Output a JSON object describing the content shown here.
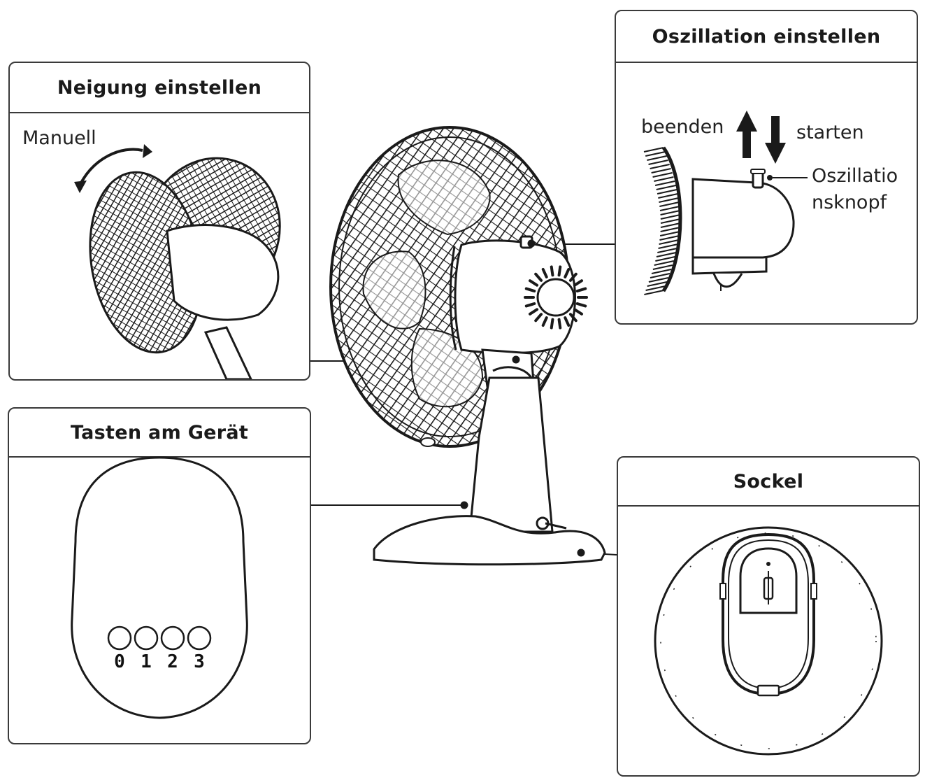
{
  "panels": {
    "tilt": {
      "title": "Neigung einstellen",
      "label_manual": "Manuell"
    },
    "oscillation": {
      "title": "Oszillation einstellen",
      "label_stop": "beenden",
      "label_start": "starten",
      "label_knob_line1": "Oszillatio",
      "label_knob_line2": "nsknopf"
    },
    "keys": {
      "title": "Tasten am Gerät",
      "buttons": [
        "0",
        "1",
        "2",
        "3"
      ]
    },
    "base": {
      "title": "Sockel"
    }
  },
  "colors": {
    "line": "#1a1a1a",
    "panel_border": "#3a3a3a",
    "background": "#ffffff"
  }
}
